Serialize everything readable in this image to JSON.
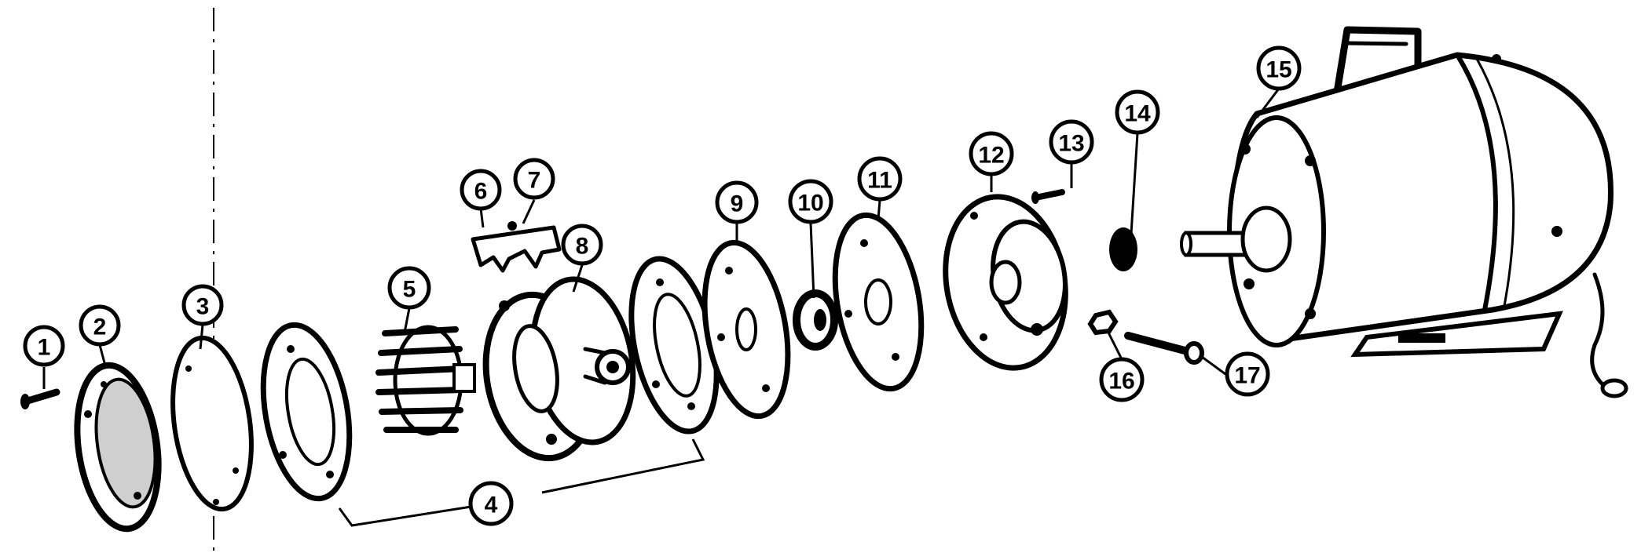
{
  "colors": {
    "ink": "#000000",
    "paper": "#ffffff",
    "shade": "#8a8a8a"
  },
  "diagram": {
    "callouts": [
      {
        "id": "c1",
        "label": "1"
      },
      {
        "id": "c2",
        "label": "2"
      },
      {
        "id": "c3",
        "label": "3"
      },
      {
        "id": "c4",
        "label": "4"
      },
      {
        "id": "c5",
        "label": "5"
      },
      {
        "id": "c6",
        "label": "6"
      },
      {
        "id": "c7",
        "label": "7"
      },
      {
        "id": "c8",
        "label": "8"
      },
      {
        "id": "c9",
        "label": "9"
      },
      {
        "id": "c10",
        "label": "10"
      },
      {
        "id": "c11",
        "label": "11"
      },
      {
        "id": "c12",
        "label": "12"
      },
      {
        "id": "c13",
        "label": "13"
      },
      {
        "id": "c14",
        "label": "14"
      },
      {
        "id": "c15",
        "label": "15"
      },
      {
        "id": "c16",
        "label": "16"
      },
      {
        "id": "c17",
        "label": "17"
      }
    ]
  }
}
